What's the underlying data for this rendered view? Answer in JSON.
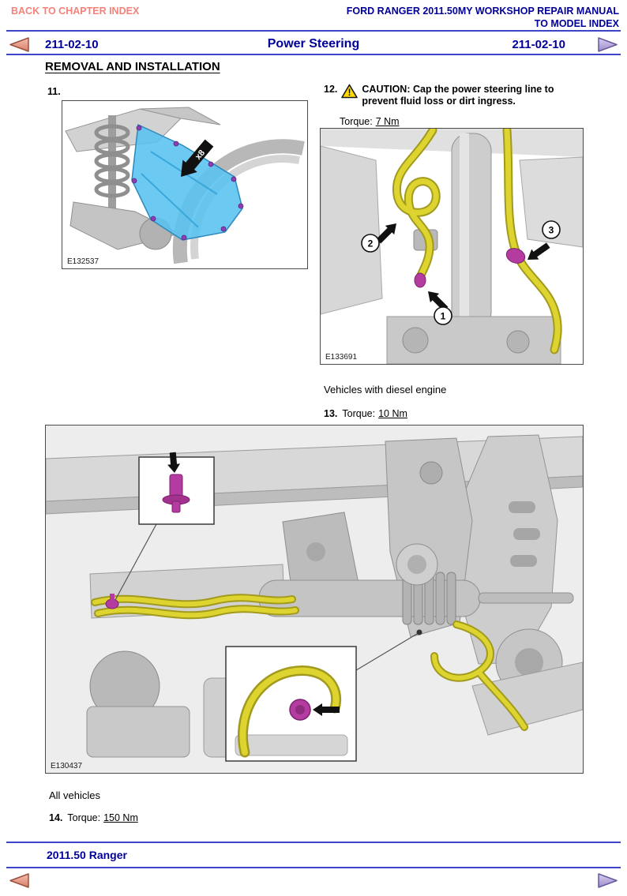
{
  "header": {
    "back_link": "BACK TO CHAPTER INDEX",
    "manual_title": "FORD RANGER 2011.50MY WORKSHOP REPAIR MANUAL",
    "model_index_link": "TO MODEL INDEX"
  },
  "section_nav": {
    "code_left": "211-02-10",
    "title": "Power Steering",
    "code_right": "211-02-10"
  },
  "content": {
    "heading": "REMOVAL AND INSTALLATION",
    "step11": {
      "number": "11.",
      "figure_code": "E132537",
      "callout": "x8"
    },
    "step12": {
      "number": "12.",
      "caution": "CAUTION: Cap the power steering line to prevent fluid loss or dirt ingress.",
      "torque_label": "Torque:",
      "torque_value": "7 Nm",
      "figure_code": "E133691",
      "callout_1": "1",
      "callout_2": "2",
      "callout_3": "3"
    },
    "diesel_note": "Vehicles with diesel engine",
    "step13": {
      "number": "13.",
      "torque_label": "Torque:",
      "torque_value": "10 Nm",
      "figure_code": "E130437"
    },
    "all_note": "All vehicles",
    "step14": {
      "number": "14.",
      "torque_label": "Torque:",
      "torque_value": "150 Nm"
    }
  },
  "footer": {
    "model": "2011.50 Ranger"
  },
  "icons": {
    "warning_glyph": "!"
  },
  "colors": {
    "back_link_red": "#f4827a",
    "title_navy": "#000099",
    "rule_blue": "#3c45c8",
    "arrow_left_salmon": "#e8907f",
    "arrow_right_lavender": "#b4a6dd",
    "caution_yellow": "#ffd900",
    "shield_blue": "#58c2ef",
    "hose_yellow": "#ddd42f",
    "fitting_magenta": "#b43ba0"
  }
}
